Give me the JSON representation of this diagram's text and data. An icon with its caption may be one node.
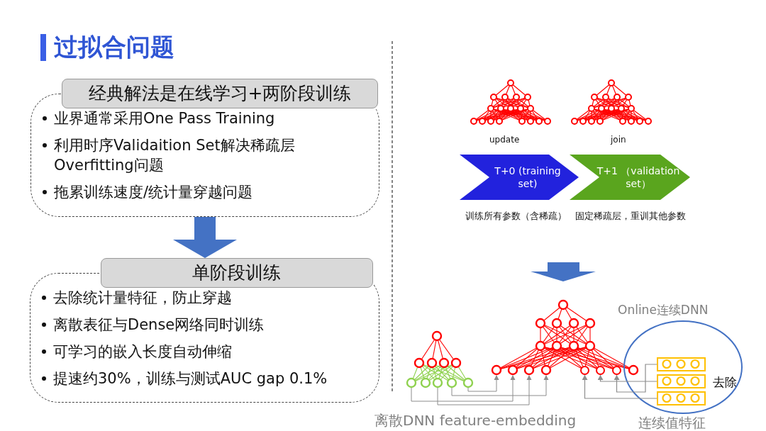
{
  "diagram": {
    "title": "过拟合问题",
    "nodes": [
      {
        "text": [
          "经典解法是在线学习+两阶段训练",
          "业界通常采用One Pass Training",
          "利用时序Validaition Set解决稀疏层 Overfitting问题",
          "拖累训练速度/统计量穿越问题"
        ]
      },
      {
        "text": [
          "单阶段训练",
          "去除统计量特征，防止穿越",
          "离散表征与Dense网络同时训练",
          "可学习的嵌入长度自动伸缩",
          "提速约30%，训练与测试AUC gap 0.1%"
        ]
      },
      {
        "text": [
          "T+0 (training set)"
        ],
        "beside": [
          "训练所有参数（含稀疏）"
        ]
      },
      {
        "text": [
          "T+1 （validation set）"
        ],
        "beside": [
          "固定稀疏层，重训其他参数"
        ]
      },
      {
        "text": [
          "Online连续DNN",
          "去除"
        ]
      },
      {
        "text": [],
        "shape": "bar",
        "in": 4
      },
      {
        "text": [],
        "shape": "bar",
        "in": 4
      },
      {
        "text": [],
        "shape": "bar",
        "in": 4
      },
      {
        "text": [],
        "shape": "circle"
      },
      {
        "text": [],
        "shape": "circle"
      },
      {
        "text": [],
        "shape": "circle"
      }
    ],
    "edges": [
      {
        "from": 0,
        "to": 1,
        "arrow": "to",
        "style": "thick",
        "color": "#4472c4"
      },
      {
        "from": 5,
        "to": 10,
        "arrow": "to"
      },
      {
        "from": 6,
        "to": 9,
        "arrow": "to"
      },
      {
        "from": 7,
        "to": 8,
        "arrow": "to"
      }
    ],
    "labels": [
      "update",
      "join",
      "离散DNN feature-embedding",
      "连续值特征"
    ]
  }
}
